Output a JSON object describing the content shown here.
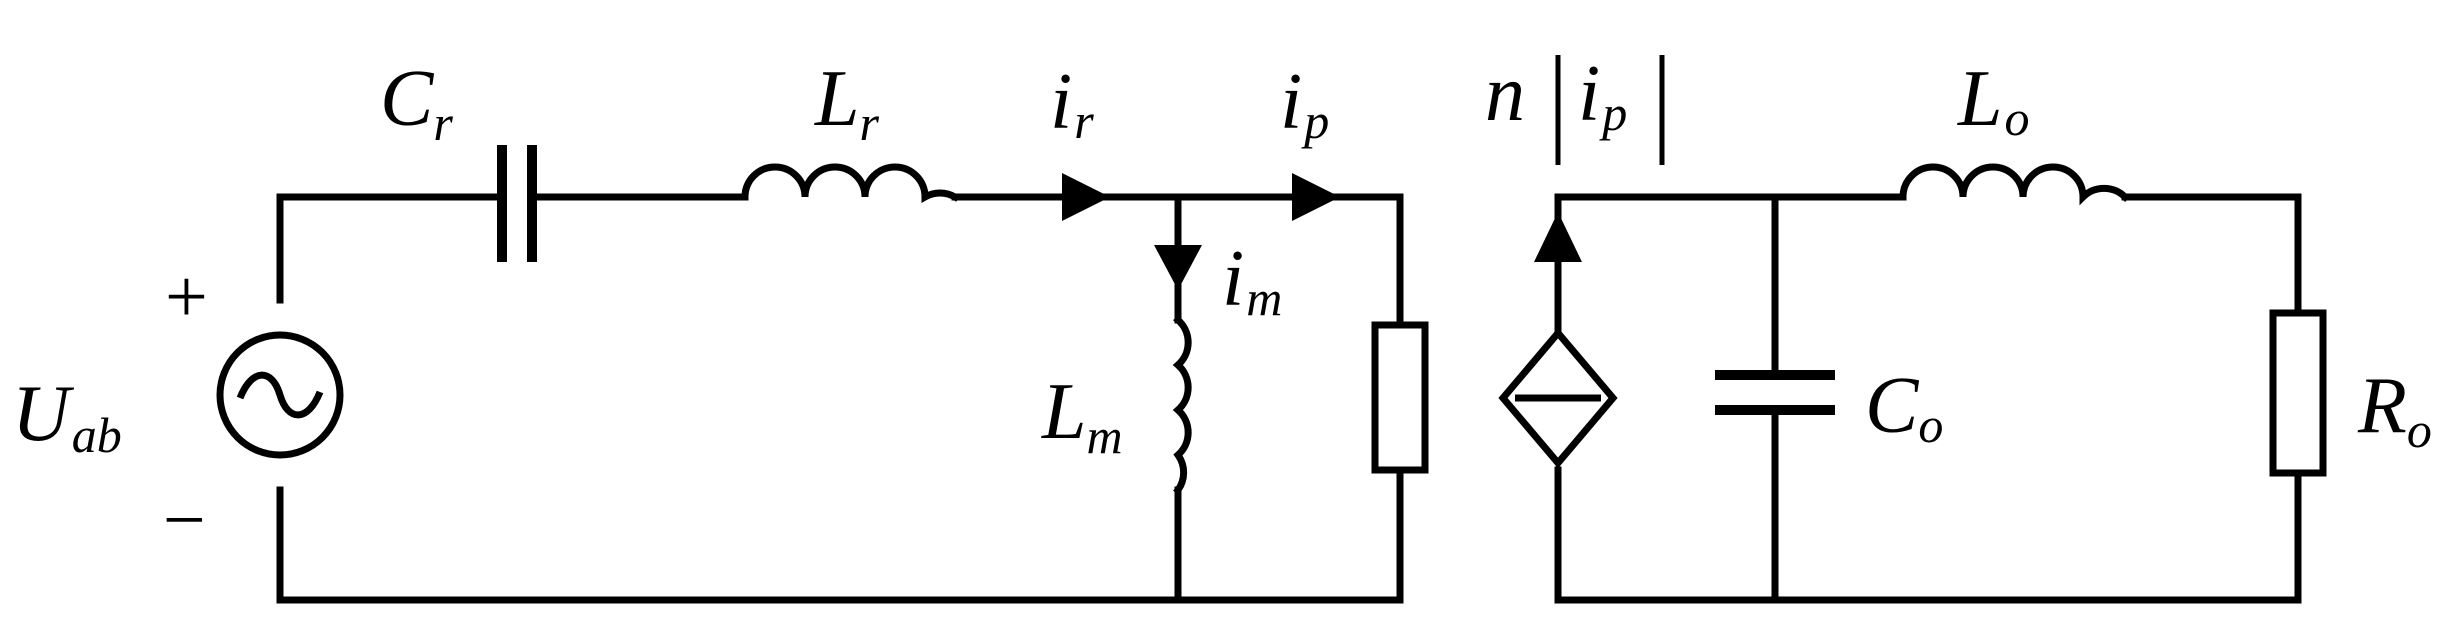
{
  "labels": {
    "source_main": "U",
    "source_sub": "ab",
    "plus": "+",
    "minus": "−",
    "cr_main": "C",
    "cr_sub": "r",
    "lr_main": "L",
    "lr_sub": "r",
    "ir_main": "i",
    "ir_sub": "r",
    "ip_main": "i",
    "ip_sub": "p",
    "im_main": "i",
    "im_sub": "m",
    "lm_main": "L",
    "lm_sub": "m",
    "n": "n",
    "nip_main": "i",
    "nip_sub": "p",
    "lo_main": "L",
    "lo_sub": "o",
    "co_main": "C",
    "co_sub": "o",
    "ro_main": "R",
    "ro_sub": "o"
  }
}
